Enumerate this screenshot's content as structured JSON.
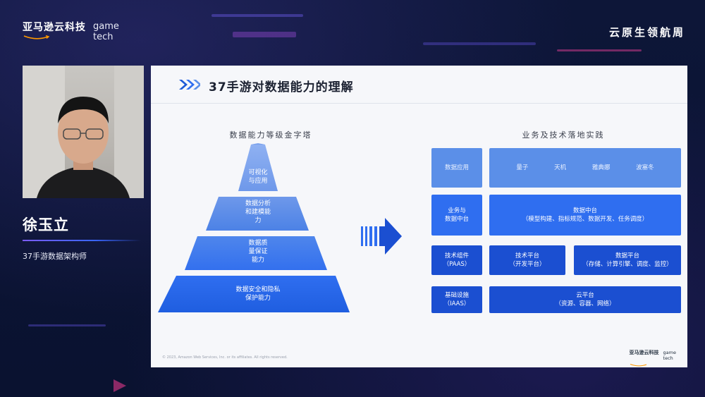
{
  "header": {
    "brand_cn": "亚马逊云科技",
    "brand_game_line1": "game",
    "brand_game_line2": "tech",
    "event_title": "云原生领航周"
  },
  "speaker": {
    "name": "徐玉立",
    "role": "37手游数据架构师"
  },
  "slide": {
    "title": "37手游对数据能力的理解",
    "pyramid": {
      "title": "数据能力等级金字塔",
      "levels": [
        {
          "line1": "可视化",
          "line2": "与应用"
        },
        {
          "line1": "数据分析",
          "line2": "和建模能",
          "line3": "力"
        },
        {
          "line1": "数据质",
          "line2": "量保证",
          "line3": "能力"
        },
        {
          "line1": "数据安全和隐私",
          "line2": "保护能力"
        }
      ]
    },
    "practice": {
      "title": "业务及技术落地实践",
      "row1": {
        "label": "数据应用",
        "items": [
          "量子",
          "天机",
          "雅典娜",
          "波塞冬"
        ]
      },
      "row2": {
        "label_line1": "业务与",
        "label_line2": "数据中台",
        "main_line1": "数据中台",
        "main_line2": "（模型构建、指标规范、数据开发、任务调度）"
      },
      "row3": {
        "label_line1": "技术组件",
        "label_line2": "（PAAS）",
        "b1_line1": "技术平台",
        "b1_line2": "（开发平台）",
        "b2_line1": "数据平台",
        "b2_line2": "（存储、计算引擎、调度、监控）"
      },
      "row4": {
        "label_line1": "基础设施",
        "label_line2": "（IAAS）",
        "main_line1": "云平台",
        "main_line2": "（资源、容器、网络）"
      }
    },
    "copyright": "© 2023, Amazon Web Services, Inc. or its affiliates. All rights reserved.",
    "logo_cn": "亚马逊云科技",
    "logo_game1": "game",
    "logo_game2": "tech"
  },
  "colors": {
    "background": "#0c1434",
    "slide_bg": "#f6f7fa",
    "accent_blue": "#2f6ef0",
    "dark_blue": "#1b4fd1",
    "light_blue": "#5b8fe8",
    "amazon_orange": "#ff9900"
  },
  "icons": [
    "amazon-smile-icon",
    "chevron-double-right-icon",
    "striped-arrow-right-icon"
  ]
}
